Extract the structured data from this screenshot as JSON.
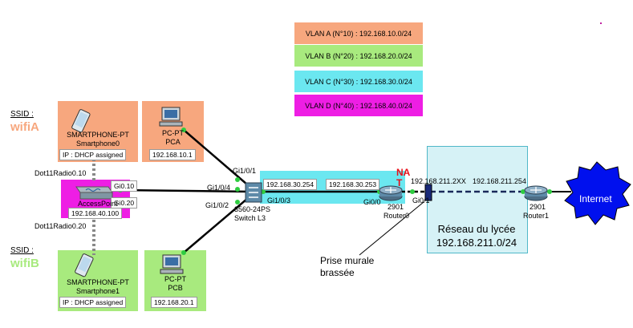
{
  "legend": [
    {
      "text": "VLAN A (N°10) : 192.168.10.0/24",
      "color": "#f7a77e"
    },
    {
      "text": "VLAN B (N°20) : 192.168.20.0/24",
      "color": "#a8ea7e"
    },
    {
      "text": "VLAN C (N°30) : 192.168.30.0/24",
      "color": "#6be7f0"
    },
    {
      "text": "VLAN D (N°40) : 192.168.40.0/24",
      "color": "#ee1ee4"
    }
  ],
  "ssid_a": {
    "label": "SSID :",
    "name": "wifiA",
    "color": "#f7a77e"
  },
  "ssid_b": {
    "label": "SSID :",
    "name": "wifiB",
    "color": "#a8ea7e"
  },
  "smartphone0": {
    "type": "SMARTPHONE-PT",
    "name": "Smartphone0",
    "ip": "IP : DHCP assigned"
  },
  "smartphone1": {
    "type": "SMARTPHONE-PT",
    "name": "Smartphone1",
    "ip": "IP : DHCP assigned"
  },
  "pca": {
    "type": "PC-PT",
    "name": "PCA",
    "ip": "192.168.10.1"
  },
  "pcb": {
    "type": "PC-PT",
    "name": "PCB",
    "ip": "192.168.20.1"
  },
  "accesspoint": {
    "name": "AccessPoint",
    "ip": "192.168.40.100",
    "if1": "Gi0.10",
    "if2": "Gi0.20"
  },
  "radio": {
    "r1": "Dot11Radio0.10",
    "r2": "Dot11Radio0.20"
  },
  "switch": {
    "model": "3560-24PS",
    "name": "Switch L3",
    "gi101": "Gi1/0/1",
    "gi104": "Gi1/0/4",
    "gi102": "Gi1/0/2",
    "gi103": "Gi1/0/3",
    "ip": "192.168.30.254"
  },
  "router0": {
    "model": "2901",
    "name": "Router0",
    "ip_in": "192.168.30.253",
    "gi00": "Gi0/0",
    "gi01": "Gi0/1",
    "nat": "NAT",
    "ip_out": "192.168.211.2XX"
  },
  "router1": {
    "model": "2901",
    "name": "Router1",
    "ip": "192.168.211.254"
  },
  "lycee": {
    "title": "Réseau du lycée",
    "subnet": "192.168.211.0/24"
  },
  "prise": {
    "line1": "Prise murale",
    "line2": "brassée"
  },
  "internet": {
    "label": "Internet"
  }
}
